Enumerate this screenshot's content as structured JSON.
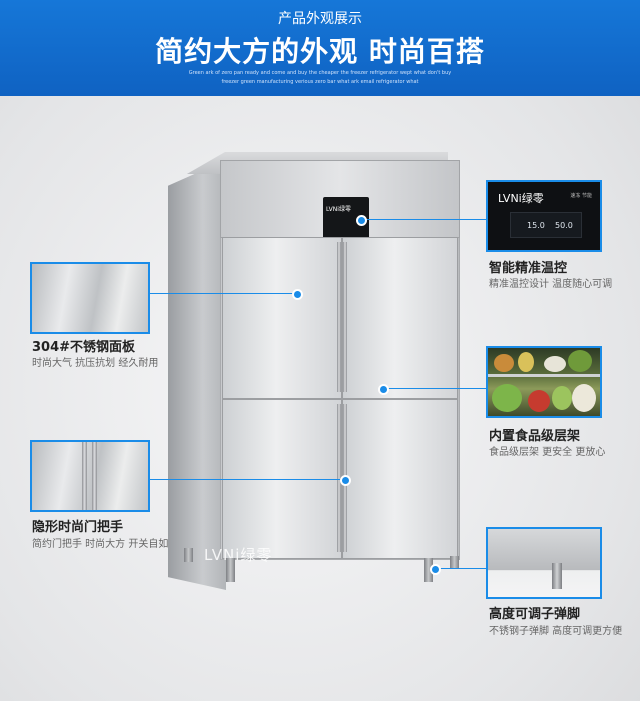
{
  "header": {
    "sub_title": "产品外观展示",
    "main_title": "简约大方的外观 时尚百搭",
    "tagline_1": "Green ark of zero pan ready and come and buy the cheaper the freezer refrigerator wept what don't buy",
    "tagline_2": "freezer green manufacturing verious zero bar what ark email refrigerator what"
  },
  "fridge": {
    "panel_logo": "LVNi绿零",
    "brand_logo": "LVNi绿零"
  },
  "controller": {
    "logo": "LVNi绿零",
    "labels": "速冻 节能",
    "reading_1": "15.0",
    "reading_2": "50.0"
  },
  "features": {
    "steel": {
      "title": "304#不锈钢面板",
      "desc": "时尚大气 抗压抗划 经久耐用"
    },
    "temp": {
      "title": "智能精准温控",
      "desc": "精准温控设计 温度随心可调"
    },
    "shelf": {
      "title": "内置食品级层架",
      "desc": "食品级层架 更安全 更放心"
    },
    "handle": {
      "title": "隐形时尚门把手",
      "desc": "简约门把手 时尚大方 开关自如"
    },
    "feet": {
      "title": "高度可调子弹脚",
      "desc": "不锈钢子弹脚 高度可调更方便"
    }
  },
  "colors": {
    "accent": "#1a8ce8",
    "header": "#1470d2"
  }
}
